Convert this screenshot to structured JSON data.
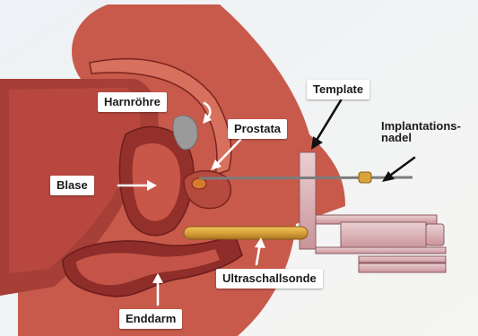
{
  "labels": {
    "harnroehre": "Harnröhre",
    "prostata": "Prostata",
    "template": "Template",
    "implantationsnadel_line1": "Implantations-",
    "implantationsnadel_line2": "nadel",
    "blase": "Blase",
    "ultraschallsonde": "Ultraschallsonde",
    "enddarm": "Enddarm"
  },
  "colors": {
    "background": "#f1f3f6",
    "tissue": "#c85a4b",
    "tissue_dark": "#8e2f2a",
    "tissue_light": "#e08570",
    "template_device": "#d9a8ad",
    "ultrasound_probe": "#d8a33a",
    "needle": "#7c7c7c",
    "label_box": "#ffffff"
  },
  "icons": [
    "arrow-icon"
  ]
}
